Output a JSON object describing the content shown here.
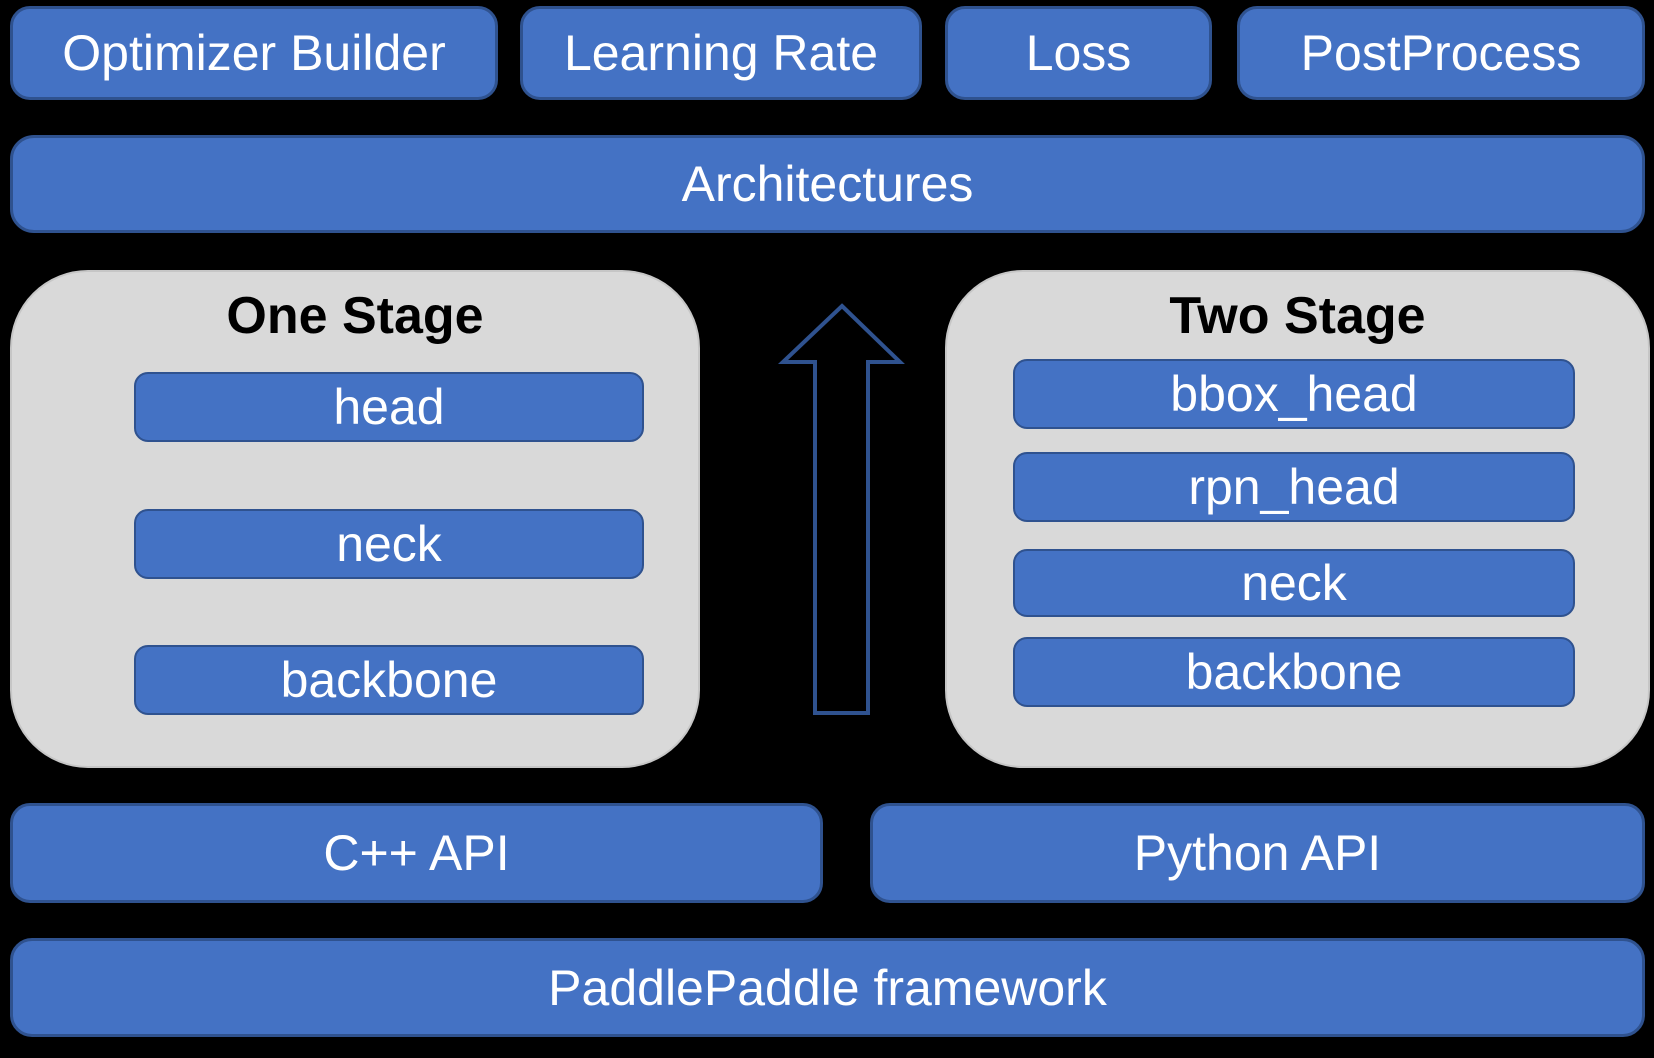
{
  "colors": {
    "background": "#000000",
    "box_fill": "#4472C4",
    "box_border": "#2F528F",
    "panel_fill": "#D9D9D9",
    "panel_border": "#C6C6C6",
    "arrow_stroke": "#2F528F",
    "label_text": "#FFFFFF",
    "title_text": "#000000"
  },
  "top_row": [
    {
      "label": "Optimizer Builder"
    },
    {
      "label": "Learning Rate"
    },
    {
      "label": "Loss"
    },
    {
      "label": "PostProcess"
    }
  ],
  "architectures": {
    "label": "Architectures"
  },
  "panels": {
    "one_stage": {
      "title": "One Stage",
      "layers": [
        "head",
        "neck",
        "backbone"
      ]
    },
    "two_stage": {
      "title": "Two Stage",
      "layers": [
        "bbox_head",
        "rpn_head",
        "neck",
        "backbone"
      ]
    }
  },
  "api_row": {
    "cpp": "C++ API",
    "python": "Python API"
  },
  "framework": {
    "label": "PaddlePaddle framework"
  }
}
